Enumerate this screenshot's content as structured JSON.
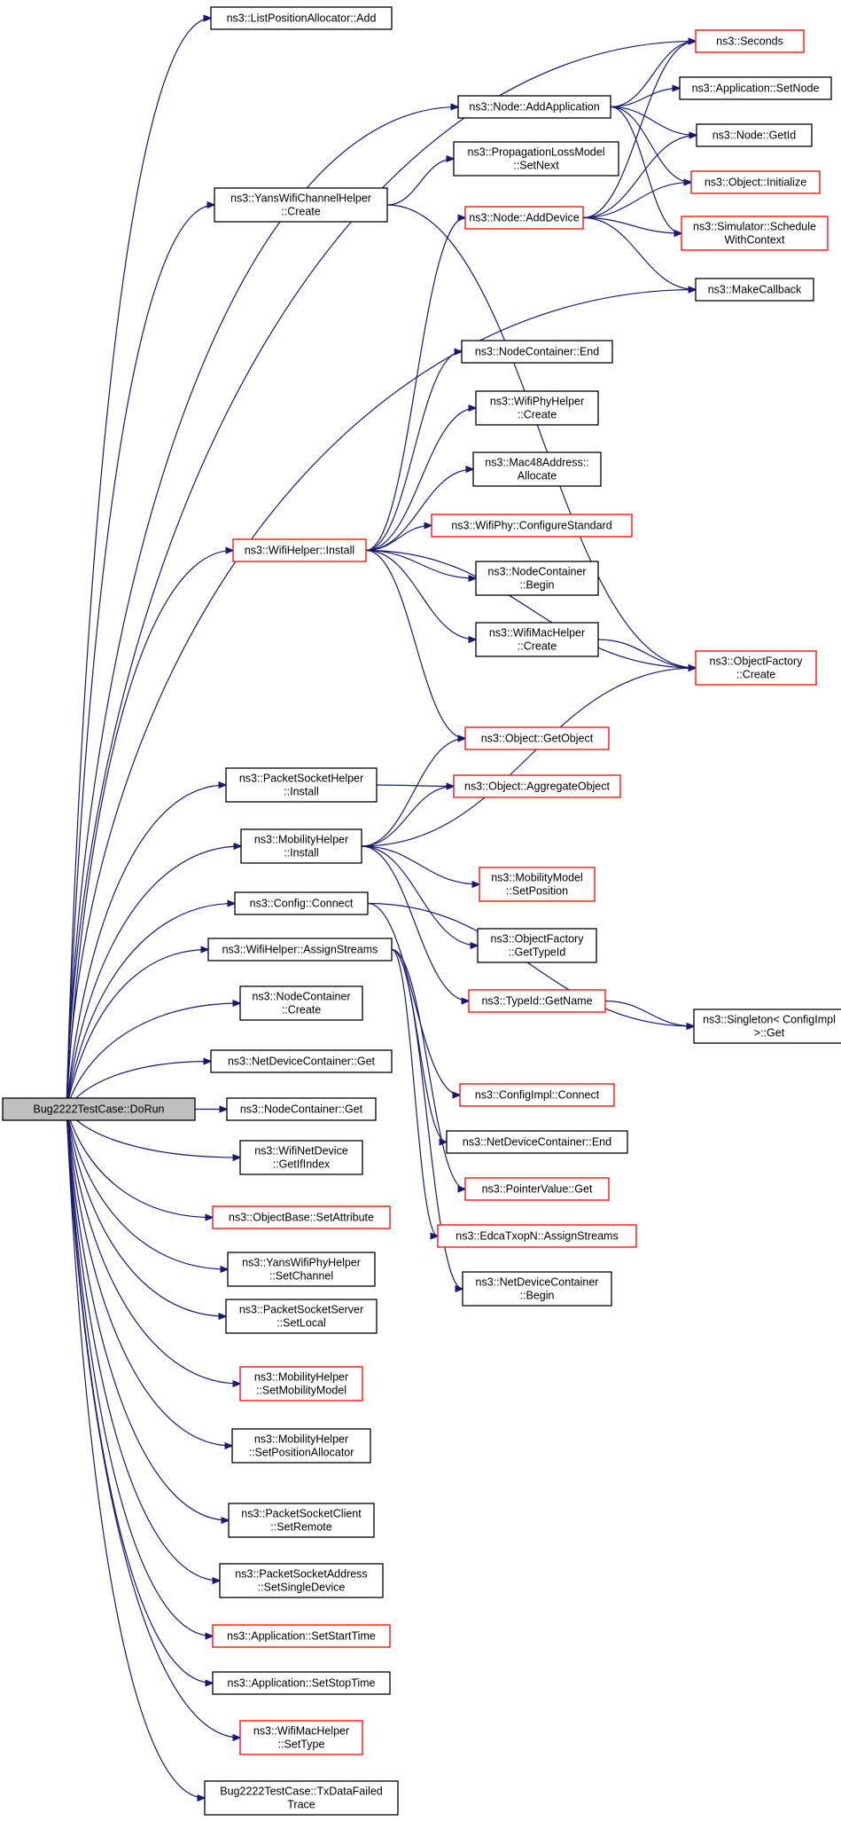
{
  "nodes": [
    {
      "id": "root",
      "lines": [
        "Bug2222TestCase::DoRun"
      ],
      "style": "root"
    },
    {
      "id": "lpa_add",
      "lines": [
        "ns3::ListPositionAllocator::Add"
      ],
      "style": "black"
    },
    {
      "id": "node_addapp",
      "lines": [
        "ns3::Node::AddApplication"
      ],
      "style": "black"
    },
    {
      "id": "seconds",
      "lines": [
        "ns3::Seconds"
      ],
      "style": "red"
    },
    {
      "id": "app_setnode",
      "lines": [
        "ns3::Application::SetNode"
      ],
      "style": "black"
    },
    {
      "id": "node_getid",
      "lines": [
        "ns3::Node::GetId"
      ],
      "style": "black"
    },
    {
      "id": "obj_init",
      "lines": [
        "ns3::Object::Initialize"
      ],
      "style": "red"
    },
    {
      "id": "sim_sched",
      "lines": [
        "ns3::Simulator::Schedule",
        "WithContext"
      ],
      "style": "red"
    },
    {
      "id": "plm_setnext",
      "lines": [
        "ns3::PropagationLossModel",
        "::SetNext"
      ],
      "style": "black"
    },
    {
      "id": "ywch_create",
      "lines": [
        "ns3::YansWifiChannelHelper",
        "::Create"
      ],
      "style": "black"
    },
    {
      "id": "node_adddev",
      "lines": [
        "ns3::Node::AddDevice"
      ],
      "style": "red"
    },
    {
      "id": "makecb",
      "lines": [
        "ns3::MakeCallback"
      ],
      "style": "black"
    },
    {
      "id": "nc_end",
      "lines": [
        "ns3::NodeContainer::End"
      ],
      "style": "black"
    },
    {
      "id": "wph_create",
      "lines": [
        "ns3::WifiPhyHelper",
        "::Create"
      ],
      "style": "black"
    },
    {
      "id": "mac48_alloc",
      "lines": [
        "ns3::Mac48Address::",
        "Allocate"
      ],
      "style": "black"
    },
    {
      "id": "wifih_install",
      "lines": [
        "ns3::WifiHelper::Install"
      ],
      "style": "red"
    },
    {
      "id": "wp_cfgstd",
      "lines": [
        "ns3::WifiPhy::ConfigureStandard"
      ],
      "style": "red"
    },
    {
      "id": "nc_begin",
      "lines": [
        "ns3::NodeContainer",
        "::Begin"
      ],
      "style": "black"
    },
    {
      "id": "wmh_create",
      "lines": [
        "ns3::WifiMacHelper",
        "::Create"
      ],
      "style": "black"
    },
    {
      "id": "of_create",
      "lines": [
        "ns3::ObjectFactory",
        "::Create"
      ],
      "style": "red"
    },
    {
      "id": "obj_getobj",
      "lines": [
        "ns3::Object::GetObject"
      ],
      "style": "red"
    },
    {
      "id": "psh_install",
      "lines": [
        "ns3::PacketSocketHelper",
        "::Install"
      ],
      "style": "black"
    },
    {
      "id": "obj_aggr",
      "lines": [
        "ns3::Object::AggregateObject"
      ],
      "style": "red"
    },
    {
      "id": "mh_install",
      "lines": [
        "ns3::MobilityHelper",
        "::Install"
      ],
      "style": "black"
    },
    {
      "id": "mm_setpos",
      "lines": [
        "ns3::MobilityModel",
        "::SetPosition"
      ],
      "style": "red"
    },
    {
      "id": "cfg_connect",
      "lines": [
        "ns3::Config::Connect"
      ],
      "style": "black"
    },
    {
      "id": "of_gettid",
      "lines": [
        "ns3::ObjectFactory",
        "::GetTypeId"
      ],
      "style": "black"
    },
    {
      "id": "wifih_assign",
      "lines": [
        "ns3::WifiHelper::AssignStreams"
      ],
      "style": "black"
    },
    {
      "id": "tid_getname",
      "lines": [
        "ns3::TypeId::GetName"
      ],
      "style": "red"
    },
    {
      "id": "singleton_get",
      "lines": [
        "ns3::Singleton< ConfigImpl",
        ">::Get"
      ],
      "style": "black"
    },
    {
      "id": "nc_create",
      "lines": [
        "ns3::NodeContainer",
        "::Create"
      ],
      "style": "black"
    },
    {
      "id": "ndc_get",
      "lines": [
        "ns3::NetDeviceContainer::Get"
      ],
      "style": "black"
    },
    {
      "id": "cfgimpl_connect",
      "lines": [
        "ns3::ConfigImpl::Connect"
      ],
      "style": "red"
    },
    {
      "id": "nc_get",
      "lines": [
        "ns3::NodeContainer::Get"
      ],
      "style": "black"
    },
    {
      "id": "ndc_end",
      "lines": [
        "ns3::NetDeviceContainer::End"
      ],
      "style": "black"
    },
    {
      "id": "wnd_getifindex",
      "lines": [
        "ns3::WifiNetDevice",
        "::GetIfIndex"
      ],
      "style": "black"
    },
    {
      "id": "pv_get",
      "lines": [
        "ns3::PointerValue::Get"
      ],
      "style": "red"
    },
    {
      "id": "ob_setattr",
      "lines": [
        "ns3::ObjectBase::SetAttribute"
      ],
      "style": "red"
    },
    {
      "id": "edca_assign",
      "lines": [
        "ns3::EdcaTxopN::AssignStreams"
      ],
      "style": "red"
    },
    {
      "id": "ywph_setchan",
      "lines": [
        "ns3::YansWifiPhyHelper",
        "::SetChannel"
      ],
      "style": "black"
    },
    {
      "id": "ndc_begin",
      "lines": [
        "ns3::NetDeviceContainer",
        "::Begin"
      ],
      "style": "black"
    },
    {
      "id": "pss_setlocal",
      "lines": [
        "ns3::PacketSocketServer",
        "::SetLocal"
      ],
      "style": "black"
    },
    {
      "id": "mh_setmm",
      "lines": [
        "ns3::MobilityHelper",
        "::SetMobilityModel"
      ],
      "style": "red"
    },
    {
      "id": "mh_setpa",
      "lines": [
        "ns3::MobilityHelper",
        "::SetPositionAllocator"
      ],
      "style": "black"
    },
    {
      "id": "psc_setremote",
      "lines": [
        "ns3::PacketSocketClient",
        "::SetRemote"
      ],
      "style": "black"
    },
    {
      "id": "psa_setsingle",
      "lines": [
        "ns3::PacketSocketAddress",
        "::SetSingleDevice"
      ],
      "style": "black"
    },
    {
      "id": "app_setstart",
      "lines": [
        "ns3::Application::SetStartTime"
      ],
      "style": "red"
    },
    {
      "id": "app_setstop",
      "lines": [
        "ns3::Application::SetStopTime"
      ],
      "style": "black"
    },
    {
      "id": "wmh_settype",
      "lines": [
        "ns3::WifiMacHelper",
        "::SetType"
      ],
      "style": "red"
    },
    {
      "id": "txfailed",
      "lines": [
        "Bug2222TestCase::TxDataFailed",
        "Trace"
      ],
      "style": "black"
    }
  ],
  "edges": [
    [
      "root",
      "lpa_add"
    ],
    [
      "root",
      "seconds"
    ],
    [
      "root",
      "node_addapp"
    ],
    [
      "root",
      "ywch_create"
    ],
    [
      "root",
      "makecb"
    ],
    [
      "root",
      "wifih_install"
    ],
    [
      "root",
      "psh_install"
    ],
    [
      "root",
      "mh_install"
    ],
    [
      "root",
      "cfg_connect"
    ],
    [
      "root",
      "wifih_assign"
    ],
    [
      "root",
      "nc_create"
    ],
    [
      "root",
      "ndc_get"
    ],
    [
      "root",
      "nc_get"
    ],
    [
      "root",
      "wnd_getifindex"
    ],
    [
      "root",
      "ob_setattr"
    ],
    [
      "root",
      "ywph_setchan"
    ],
    [
      "root",
      "pss_setlocal"
    ],
    [
      "root",
      "mh_setmm"
    ],
    [
      "root",
      "mh_setpa"
    ],
    [
      "root",
      "psc_setremote"
    ],
    [
      "root",
      "psa_setsingle"
    ],
    [
      "root",
      "app_setstart"
    ],
    [
      "root",
      "app_setstop"
    ],
    [
      "root",
      "wmh_settype"
    ],
    [
      "root",
      "txfailed"
    ],
    [
      "node_addapp",
      "seconds"
    ],
    [
      "node_addapp",
      "app_setnode"
    ],
    [
      "node_addapp",
      "node_getid"
    ],
    [
      "node_addapp",
      "obj_init"
    ],
    [
      "node_addapp",
      "sim_sched"
    ],
    [
      "ywch_create",
      "plm_setnext"
    ],
    [
      "ywch_create",
      "of_create"
    ],
    [
      "node_adddev",
      "seconds"
    ],
    [
      "node_adddev",
      "node_getid"
    ],
    [
      "node_adddev",
      "obj_init"
    ],
    [
      "node_adddev",
      "sim_sched"
    ],
    [
      "node_adddev",
      "makecb"
    ],
    [
      "wifih_install",
      "node_adddev"
    ],
    [
      "wifih_install",
      "nc_end"
    ],
    [
      "wifih_install",
      "wph_create"
    ],
    [
      "wifih_install",
      "mac48_alloc"
    ],
    [
      "wifih_install",
      "wp_cfgstd"
    ],
    [
      "wifih_install",
      "nc_begin"
    ],
    [
      "wifih_install",
      "wmh_create"
    ],
    [
      "wifih_install",
      "of_create"
    ],
    [
      "wifih_install",
      "obj_getobj"
    ],
    [
      "wmh_create",
      "of_create"
    ],
    [
      "psh_install",
      "obj_aggr"
    ],
    [
      "mh_install",
      "obj_getobj"
    ],
    [
      "mh_install",
      "obj_aggr"
    ],
    [
      "mh_install",
      "of_create"
    ],
    [
      "mh_install",
      "mm_setpos"
    ],
    [
      "mh_install",
      "of_gettid"
    ],
    [
      "mh_install",
      "tid_getname"
    ],
    [
      "cfg_connect",
      "singleton_get"
    ],
    [
      "cfg_connect",
      "cfgimpl_connect"
    ],
    [
      "tid_getname",
      "singleton_get"
    ],
    [
      "wifih_assign",
      "ndc_end"
    ],
    [
      "wifih_assign",
      "pv_get"
    ],
    [
      "wifih_assign",
      "edca_assign"
    ],
    [
      "wifih_assign",
      "ndc_begin"
    ]
  ]
}
